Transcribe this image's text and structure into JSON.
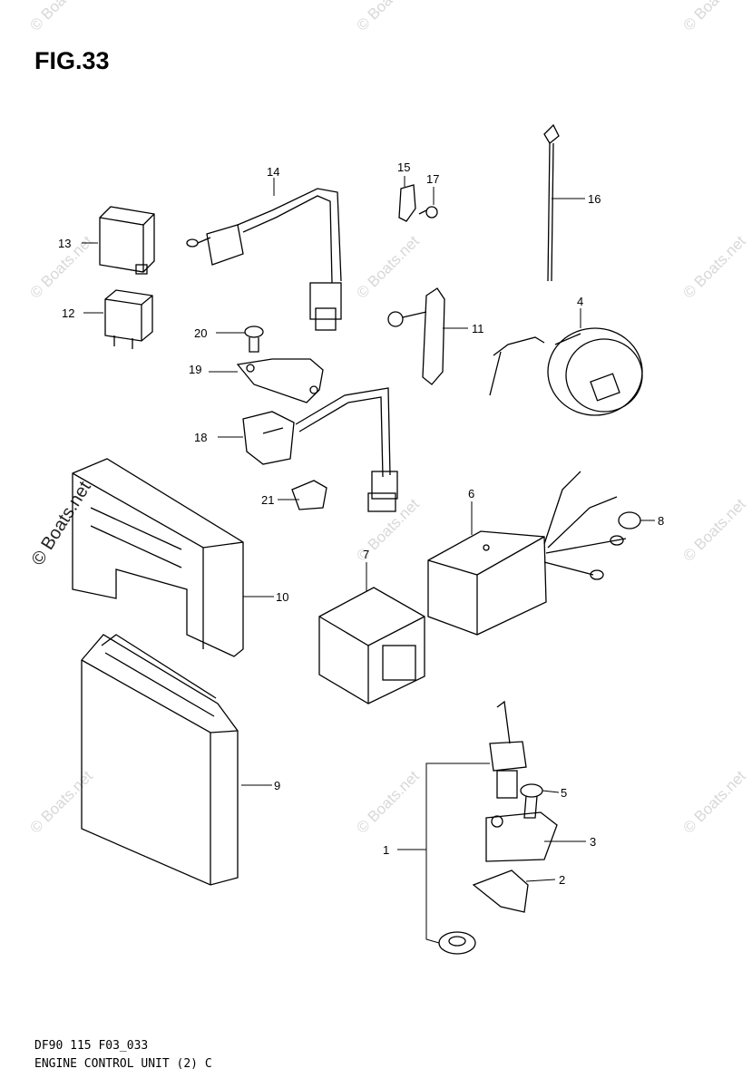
{
  "figure": {
    "title": "FIG.33"
  },
  "watermark": {
    "text": "© Boats.net"
  },
  "callouts": [
    "1",
    "2",
    "3",
    "4",
    "5",
    "6",
    "7",
    "8",
    "9",
    "10",
    "11",
    "12",
    "13",
    "14",
    "15",
    "16",
    "17",
    "18",
    "19",
    "20",
    "21"
  ],
  "footer": {
    "code": "DF90 115 F03_033",
    "caption": "ENGINE CONTROL UNIT (2) C"
  }
}
